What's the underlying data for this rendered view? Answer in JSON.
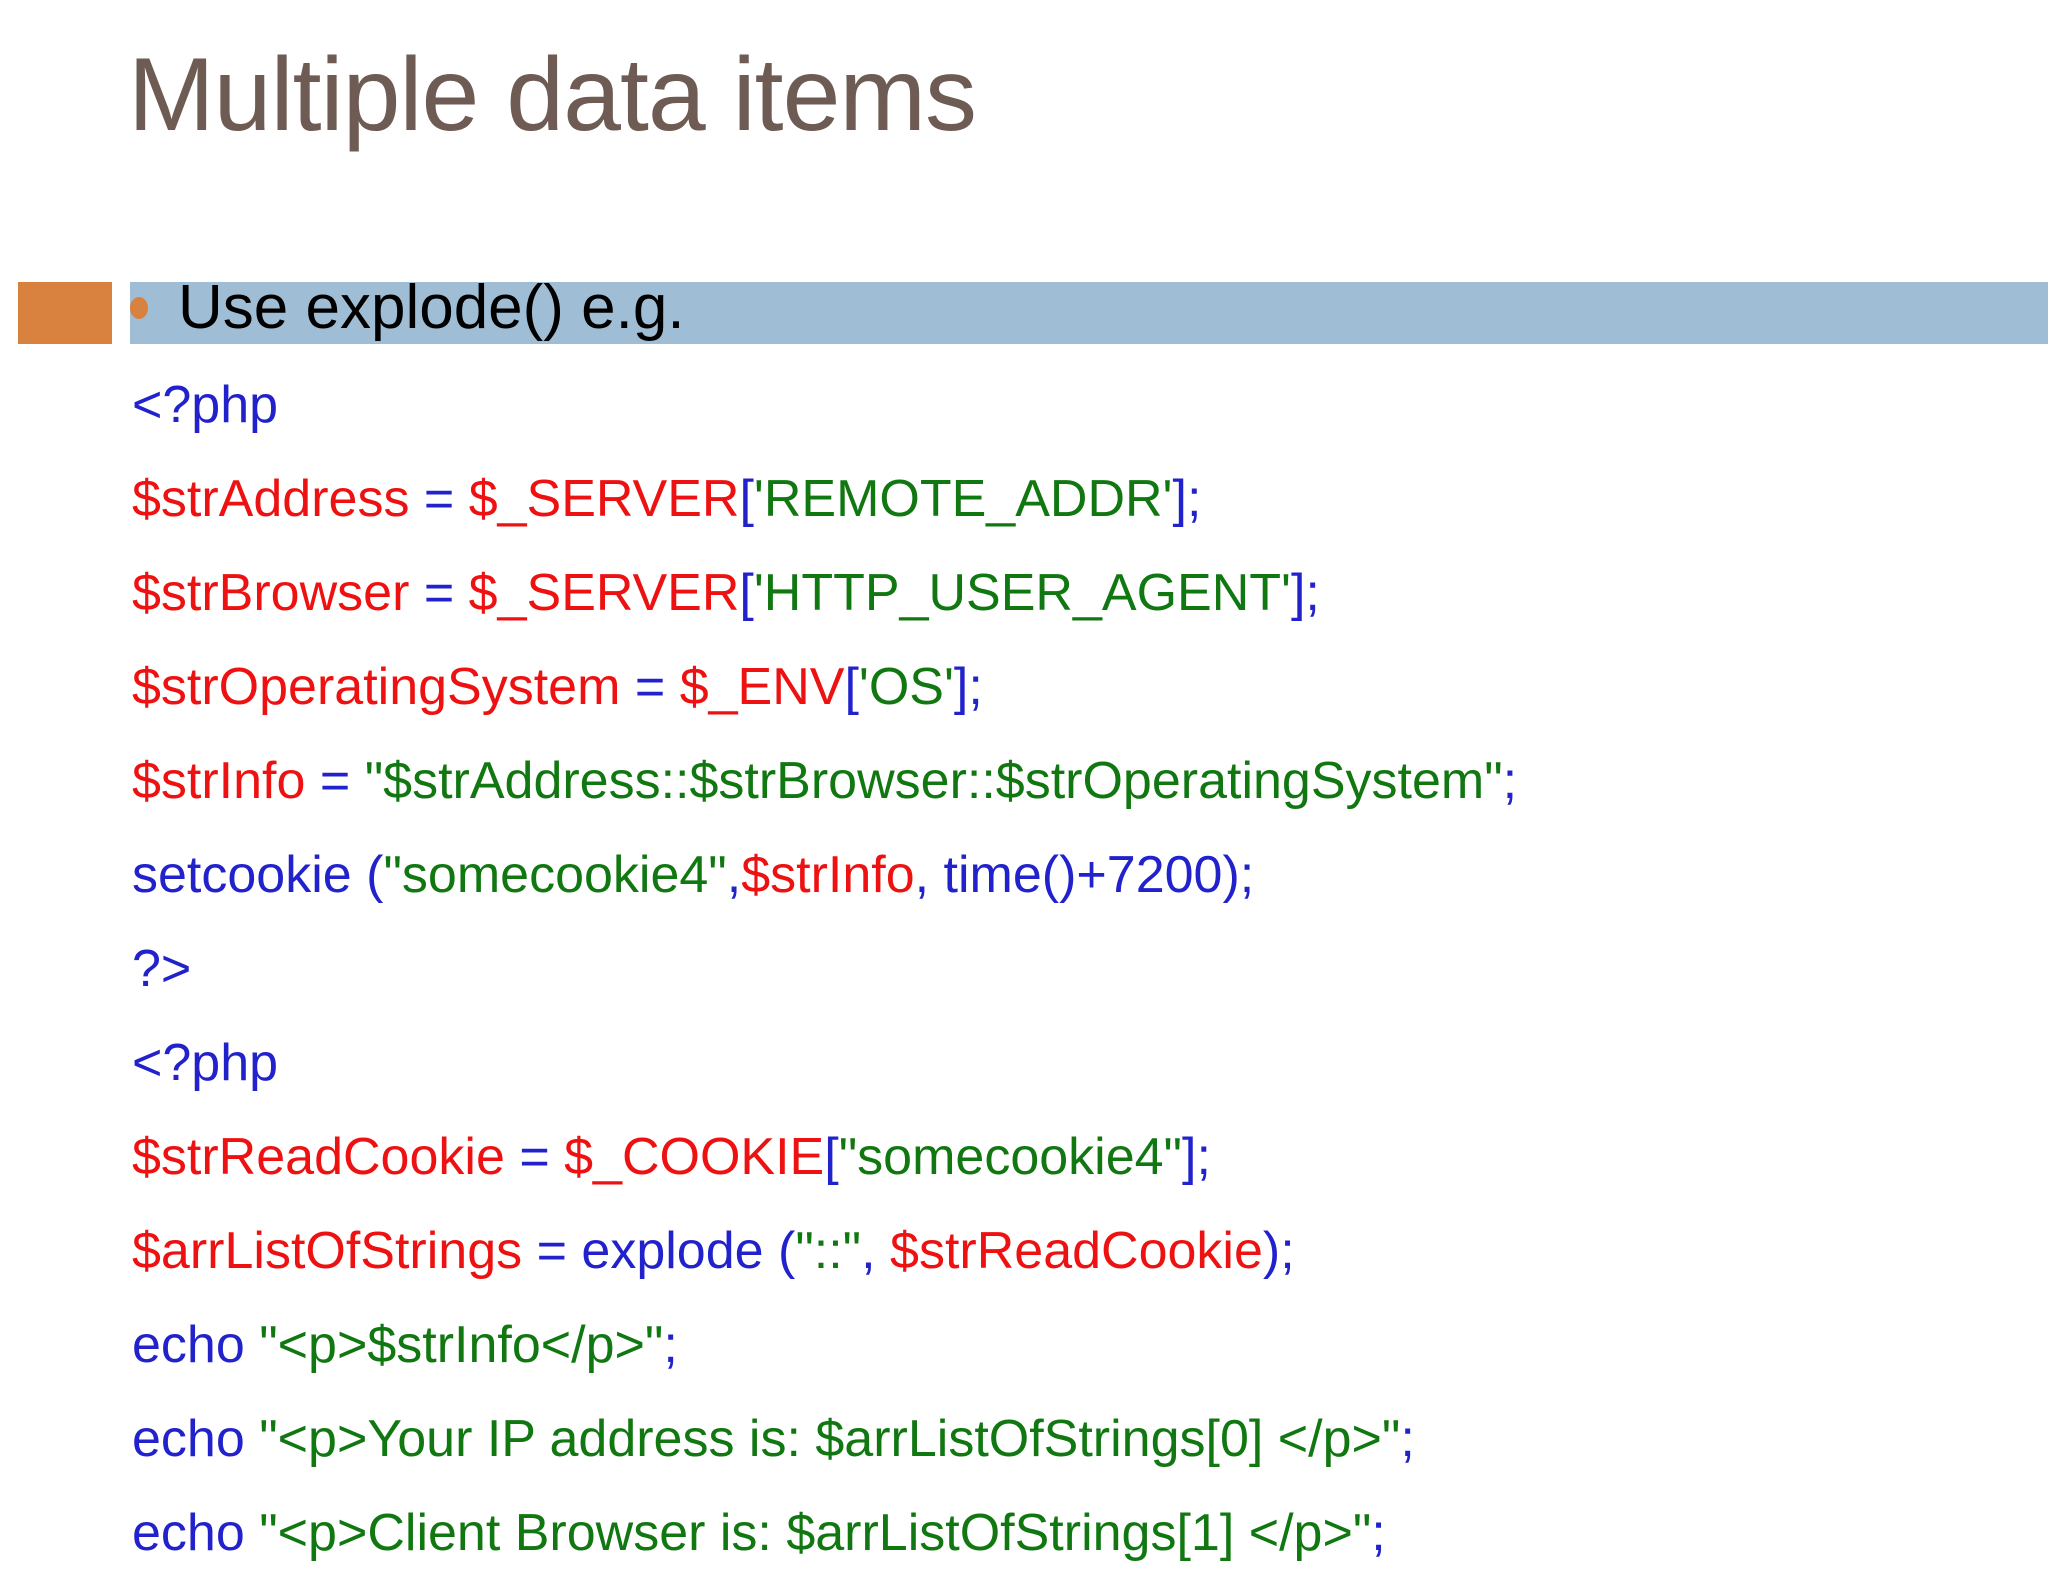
{
  "slide": {
    "title": "Multiple data items",
    "bullet": {
      "icon": "bullet-dot-icon",
      "text": "Use explode()   e.g."
    },
    "accent_color": "#D9813F",
    "band_color": "#9FBDD4",
    "title_color": "#6E5B53"
  },
  "code": {
    "language": "php",
    "colors": {
      "keyword": "#2222CC",
      "variable": "#EE1111",
      "string": "#117711"
    },
    "lines": [
      {
        "id": "line-php-open-1",
        "plain": "<?php",
        "tokens": [
          {
            "t": "<?php",
            "c": "kw"
          }
        ]
      },
      {
        "id": "line-straddress",
        "plain": "$strAddress = $_SERVER['REMOTE_ADDR'];",
        "tokens": [
          {
            "t": "$strAddress ",
            "c": "var"
          },
          {
            "t": "= ",
            "c": "kw"
          },
          {
            "t": "$_SERVER",
            "c": "var"
          },
          {
            "t": "[",
            "c": "kw"
          },
          {
            "t": "'REMOTE_ADDR'",
            "c": "str"
          },
          {
            "t": "];",
            "c": "kw"
          }
        ]
      },
      {
        "id": "line-strbrowser",
        "plain": "$strBrowser = $_SERVER['HTTP_USER_AGENT'];",
        "tokens": [
          {
            "t": "$strBrowser ",
            "c": "var"
          },
          {
            "t": "= ",
            "c": "kw"
          },
          {
            "t": "$_SERVER",
            "c": "var"
          },
          {
            "t": "[",
            "c": "kw"
          },
          {
            "t": "'HTTP_USER_AGENT'",
            "c": "str"
          },
          {
            "t": "];",
            "c": "kw"
          }
        ]
      },
      {
        "id": "line-stroperatingsystem",
        "plain": "$strOperatingSystem = $_ENV['OS'];",
        "tokens": [
          {
            "t": "$strOperatingSystem ",
            "c": "var"
          },
          {
            "t": "= ",
            "c": "kw"
          },
          {
            "t": "$_ENV",
            "c": "var"
          },
          {
            "t": "[",
            "c": "kw"
          },
          {
            "t": "'OS'",
            "c": "str"
          },
          {
            "t": "];",
            "c": "kw"
          }
        ]
      },
      {
        "id": "line-strinfo",
        "plain": "$strInfo = \"$strAddress::$strBrowser::$strOperatingSystem\";",
        "tokens": [
          {
            "t": "$strInfo ",
            "c": "var"
          },
          {
            "t": "= ",
            "c": "kw"
          },
          {
            "t": "\"$strAddress::$strBrowser::$strOperatingSystem\"",
            "c": "str"
          },
          {
            "t": ";",
            "c": "kw"
          }
        ]
      },
      {
        "id": "line-setcookie",
        "plain": "setcookie (\"somecookie4\",$strInfo, time()+7200);",
        "tokens": [
          {
            "t": "setcookie (",
            "c": "kw"
          },
          {
            "t": "\"somecookie4\"",
            "c": "str"
          },
          {
            "t": ",",
            "c": "kw"
          },
          {
            "t": "$strInfo",
            "c": "var"
          },
          {
            "t": ", time()+7200);",
            "c": "kw"
          }
        ]
      },
      {
        "id": "line-php-close",
        "plain": "?>",
        "tokens": [
          {
            "t": "?>",
            "c": "kw"
          }
        ]
      },
      {
        "id": "line-php-open-2",
        "plain": "<?php",
        "tokens": [
          {
            "t": "<?php",
            "c": "kw"
          }
        ]
      },
      {
        "id": "line-strreadcookie",
        "plain": "$strReadCookie = $_COOKIE[\"somecookie4\"];",
        "tokens": [
          {
            "t": "$strReadCookie ",
            "c": "var"
          },
          {
            "t": "= ",
            "c": "kw"
          },
          {
            "t": "$_COOKIE",
            "c": "var"
          },
          {
            "t": "[",
            "c": "kw"
          },
          {
            "t": "\"somecookie4\"",
            "c": "str"
          },
          {
            "t": "];",
            "c": "kw"
          }
        ]
      },
      {
        "id": "line-arrlistofstrings",
        "plain": "$arrListOfStrings = explode (\"::\", $strReadCookie);",
        "tokens": [
          {
            "t": "$arrListOfStrings ",
            "c": "var"
          },
          {
            "t": "= explode (",
            "c": "kw"
          },
          {
            "t": "\"::\"",
            "c": "str"
          },
          {
            "t": ", ",
            "c": "kw"
          },
          {
            "t": "$strReadCookie",
            "c": "var"
          },
          {
            "t": ");",
            "c": "kw"
          }
        ]
      },
      {
        "id": "line-echo-strinfo",
        "plain": "echo \"<p>$strInfo</p>\";",
        "tokens": [
          {
            "t": "echo ",
            "c": "kw"
          },
          {
            "t": "\"<p>$strInfo</p>\"",
            "c": "str"
          },
          {
            "t": ";",
            "c": "kw"
          }
        ]
      },
      {
        "id": "line-echo-ip",
        "plain": "echo \"<p>Your IP address is: $arrListOfStrings[0] </p>\";",
        "tokens": [
          {
            "t": "echo ",
            "c": "kw"
          },
          {
            "t": "\"<p>Your IP address is: $arrListOfStrings[0] </p>\"",
            "c": "str"
          },
          {
            "t": ";",
            "c": "kw"
          }
        ]
      },
      {
        "id": "line-echo-browser",
        "plain": "echo \"<p>Client Browser is: $arrListOfStrings[1] </p>\";",
        "tokens": [
          {
            "t": "echo ",
            "c": "kw"
          },
          {
            "t": "\"<p>Client Browser is: $arrListOfStrings[1] </p>\"",
            "c": "str"
          },
          {
            "t": ";",
            "c": "kw"
          }
        ]
      }
    ]
  }
}
